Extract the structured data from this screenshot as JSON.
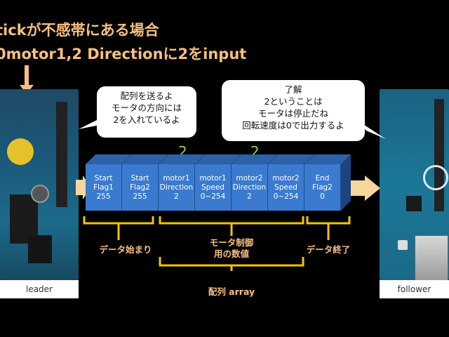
{
  "title": {
    "line1": "tickが不感帯にある場合",
    "line2": "0motor1,2 Directionに2をinput"
  },
  "boards": {
    "leader_label": "leader",
    "follower_label": "follower"
  },
  "bubble_left": {
    "lines": [
      "配列を送るよ",
      "モータの方向には",
      "2を入れているよ"
    ]
  },
  "bubble_right": {
    "lines": [
      "了解",
      "2ということは",
      "モータは停止だね",
      "回転速度は0で出力するよ"
    ]
  },
  "array_cells": [
    {
      "lines": [
        "Start",
        "Flag1",
        "255"
      ]
    },
    {
      "lines": [
        "Start",
        "Flag2",
        "255"
      ]
    },
    {
      "lines": [
        "motor1",
        "Direction",
        "2"
      ]
    },
    {
      "lines": [
        "motor1",
        "Speed",
        "0~254"
      ]
    },
    {
      "lines": [
        "motor2",
        "Direction",
        "2"
      ]
    },
    {
      "lines": [
        "motor2",
        "Speed",
        "0~254"
      ]
    },
    {
      "lines": [
        "End",
        "Flag2",
        "0"
      ]
    }
  ],
  "inputs": {
    "motor1_direction": "2",
    "motor2_direction": "2"
  },
  "brackets": {
    "data_start": "データ始まり",
    "motor_control_line1": "モータ制御",
    "motor_control_line2": "用の数値",
    "data_end": "データ終了",
    "array": "配列 array"
  },
  "colors": {
    "accent_orange": "#f6c07e",
    "bracket_yellow": "#f5c400",
    "cell_blue": "#3a7bd0",
    "input_green": "#8fd14a"
  }
}
